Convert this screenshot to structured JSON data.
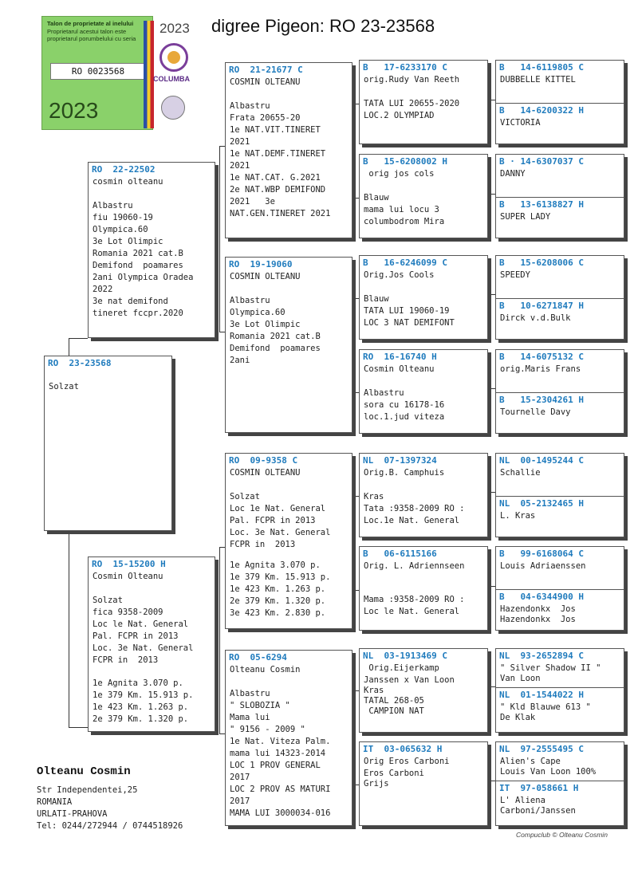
{
  "title": "digree Pigeon: RO  23-23568",
  "stamp": {
    "ticket_line1": "Talon de proprietate al inelului",
    "ticket_line2": "Proprietarul acestui talon este",
    "ticket_line3": "proprietarul porumbelului cu seria",
    "serial": "RO 0023568",
    "year_big": "2023",
    "year_small": "2023",
    "logo_text": "COLUMBA"
  },
  "main": {
    "ring": "RO  23-23568",
    "name": "Solzat"
  },
  "sire": {
    "ring": "RO  22-22502",
    "name": "cosmin olteanu",
    "info": [
      "Albastru",
      "fiu 19060-19",
      "Olympica.60",
      "3e Lot Olimpic",
      "Romania 2021 cat.B",
      "Demifond  poamares",
      "2ani Olympica Oradea",
      "2022",
      "3e nat demifond",
      "tineret fccpr.2020"
    ]
  },
  "dam": {
    "ring": "RO  15-15200 H",
    "name": "Cosmin Olteanu",
    "info": [
      "Solzat",
      "fica 9358-2009",
      "Loc le Nat. General",
      "Pal. FCPR in 2013",
      "Loc. 3e Nat. General",
      "FCPR in  2013"
    ],
    "info2": [
      "1e Agnita 3.070 p.",
      "1e 379 Km. 15.913 p.",
      "1e 423 Km. 1.263 p.",
      "2e 379 Km. 1.320 p."
    ]
  },
  "gp": [
    {
      "ring": "RO  21-21677 C",
      "name": "COSMIN OLTEANU",
      "info": [
        "Albastru",
        "Frata 20655-20",
        "1e NAT.VIT.TINERET",
        "2021",
        "1e NAT.DEMF.TINERET",
        "2021",
        "1e NAT.CAT. G.2021",
        "2e NAT.WBP DEMIFOND",
        "2021   3e",
        "NAT.GEN.TINERET 2021"
      ]
    },
    {
      "ring": "RO  19-19060",
      "name": "COSMIN OLTEANU",
      "info": [
        "Albastru",
        "Olympica.60",
        "3e Lot Olimpic",
        "Romania 2021 cat.B",
        "Demifond  poamares",
        "2ani"
      ]
    },
    {
      "ring": "RO  09-9358 C",
      "name": "COSMIN OLTEANU",
      "info": [
        "Solzat",
        "Loc 1e Nat. General",
        "Pal. FCPR in 2013",
        "Loc. 3e Nat. General",
        "FCPR in  2013"
      ],
      "info2": [
        "1e Agnita 3.070 p.",
        "1e 379 Km. 15.913 p.",
        "1e 423 Km. 1.263 p.",
        "2e 379 Km. 1.320 p.",
        "3e 423 Km. 2.830 p."
      ]
    },
    {
      "ring": "RO  05-6294",
      "name": "Olteanu Cosmin",
      "info": [
        "Albastru",
        "\" SLOBOZIA \"",
        "Mama lui",
        "\" 9156 - 2009 \"",
        "1e Nat. Viteza Palm.",
        "mama lui 14323-2014",
        "LOC 1 PROV GENERAL",
        "2017",
        "LOC 2 PROV AS MATURI",
        "2017",
        "MAMA LUI 3000034-016"
      ]
    }
  ],
  "ggp": [
    {
      "ring": "B   17-6233170 C",
      "name": "orig.Rudy Van Reeth",
      "info": [
        "TATA LUI 20655-2020",
        "LOC.2 OLYMPIAD"
      ]
    },
    {
      "ring": "B   15-6208002 H",
      "name": " orig jos cols",
      "info": [
        "Blauw",
        "mama lui locu 3",
        "columbodrom Mira"
      ]
    },
    {
      "ring": "B   16-6246099 C",
      "name": "Orig.Jos Cools",
      "info": [
        "Blauw",
        "TATA LUI 19060-19",
        "LOC 3 NAT DEMIFONT"
      ]
    },
    {
      "ring": "RO  16-16740 H",
      "name": "Cosmin Olteanu",
      "info": [
        "Albastru",
        "sora cu 16178-16",
        "loc.1.jud viteza"
      ]
    },
    {
      "ring": "NL  07-1397324",
      "name": "Orig.B. Camphuis",
      "info": [
        "Kras",
        "Tata :9358-2009 RO :",
        "Loc.1e Nat. General"
      ]
    },
    {
      "ring": "B   06-6115166",
      "name": "Orig. L. Adriennseen",
      "info": [
        "Mama :9358-2009 RO :",
        "Loc le Nat. General"
      ]
    },
    {
      "ring": "NL  03-1913469 C",
      "name": " Orig.Eijerkamp",
      "info": [
        "Janssen x Van Loon",
        "Kras",
        "TATAL 268-05",
        " CAMPION NAT"
      ]
    },
    {
      "ring": "IT  03-065632 H",
      "name": "Orig Eros Carboni",
      "info": [
        "Eros Carboni",
        "Grijs"
      ]
    }
  ],
  "g4": [
    {
      "ring": "B   14-6119805 C",
      "name": "DUBBELLE KITTEL"
    },
    {
      "ring": "B   14-6200322 H",
      "name": "VICTORIA"
    },
    {
      "ring": "B · 14-6307037 C",
      "name": "DANNY"
    },
    {
      "ring": "B   13-6138827 H",
      "name": "SUPER LADY"
    },
    {
      "ring": "B   15-6208006 C",
      "name": "SPEEDY"
    },
    {
      "ring": "B   10-6271847 H",
      "name": "Dirck v.d.Bulk"
    },
    {
      "ring": "B   14-6075132 C",
      "name": "orig.Maris Frans"
    },
    {
      "ring": "B   15-2304261 H",
      "name": "Tournelle Davy"
    },
    {
      "ring": "NL  00-1495244 C",
      "name": "Schallie"
    },
    {
      "ring": "NL  05-2132465 H",
      "name": "L. Kras"
    },
    {
      "ring": "B   99-6168064 C",
      "name": "Louis Adriaenssen"
    },
    {
      "ring": "B   04-6344900 H",
      "name": "Hazendonkx  Jos\nHazendonkx  Jos"
    },
    {
      "ring": "NL  93-2652894 C",
      "name": "\" Silver Shadow II \"\nVan Loon"
    },
    {
      "ring": "NL  01-1544022 H",
      "name": "\" Kld Blauwe 613 \"\nDe Klak"
    },
    {
      "ring": "NL  97-2555495 C",
      "name": "Alien's Cape\nLouis Van Loon 100%"
    },
    {
      "ring": "IT  97-058661 H",
      "name": "L' Aliena\nCarboni/Janssen"
    }
  ],
  "owner": {
    "name": "Olteanu Cosmin",
    "lines": [
      "Str Independentei,25",
      "ROMANIA",
      "URLATI-PRAHOVA",
      "Tel: 0244/272944 / 0744518926"
    ]
  },
  "footer": "Compuclub © Olteanu Cosmin"
}
